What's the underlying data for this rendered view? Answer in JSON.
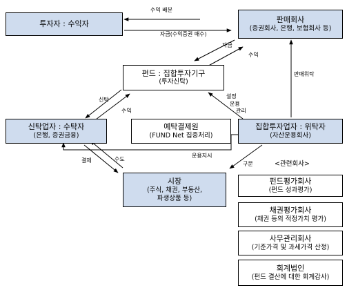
{
  "boxes": {
    "investor": {
      "line1": "투자자 :  수익자"
    },
    "sales": {
      "line1": "판매회사",
      "line2": "(증권회사, 은행, 보험회사 등)"
    },
    "fund": {
      "line1": "펀드 : 집합투자기구",
      "line2": "(투자신탁)"
    },
    "trustee": {
      "line1": "신탁업자 :  수탁자",
      "line2": "(은행, 증권금융)"
    },
    "depository": {
      "line1": "예탁결제원",
      "line2": "(FUND Net 집중처리)"
    },
    "manager": {
      "line1": "집합투자업자 :  위탁자",
      "line2": "(자산운용회사)"
    },
    "market": {
      "line1": "시장",
      "line2": "(주식, 채권, 부동산,",
      "line3": "파생상품 등)"
    }
  },
  "related": {
    "header": "<관련회사>",
    "items": [
      {
        "title": "펀드평가회사",
        "sub": "(펀드 성과평가)"
      },
      {
        "title": "채권평가회사",
        "sub": "(채권 등의 적정가치 평가)"
      },
      {
        "title": "사무관리회사",
        "sub": "(기준가격 및 과세가격 산정)"
      },
      {
        "title": "회계법인",
        "sub": "(펀드 결산에 대한 회계감사)"
      }
    ]
  },
  "labels": {
    "profit_dist": "수익 배분",
    "payment": "자금(수익증권 매수)",
    "fund_in": "자금",
    "profit_sales": "수익",
    "sales_delegation": "판매위탁",
    "trust": "신탁",
    "profit_trust": "수익",
    "setup1": "설정",
    "setup2": "운용",
    "setup3": "관리",
    "operating_instruction": "운용지시",
    "settlement": "결제",
    "delivery": "수도",
    "outsourcing": "구문"
  },
  "colors": {
    "box_fill": "#cfdcee",
    "border": "#000000"
  }
}
